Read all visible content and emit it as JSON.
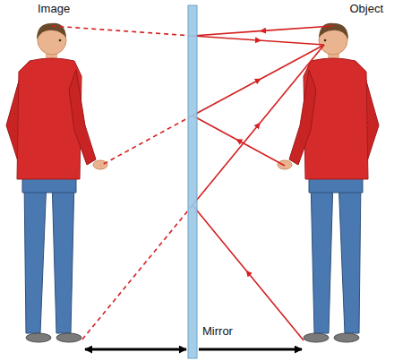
{
  "diagram": {
    "labels": [
      "Image",
      "Object",
      "Mirror"
    ]
  }
}
